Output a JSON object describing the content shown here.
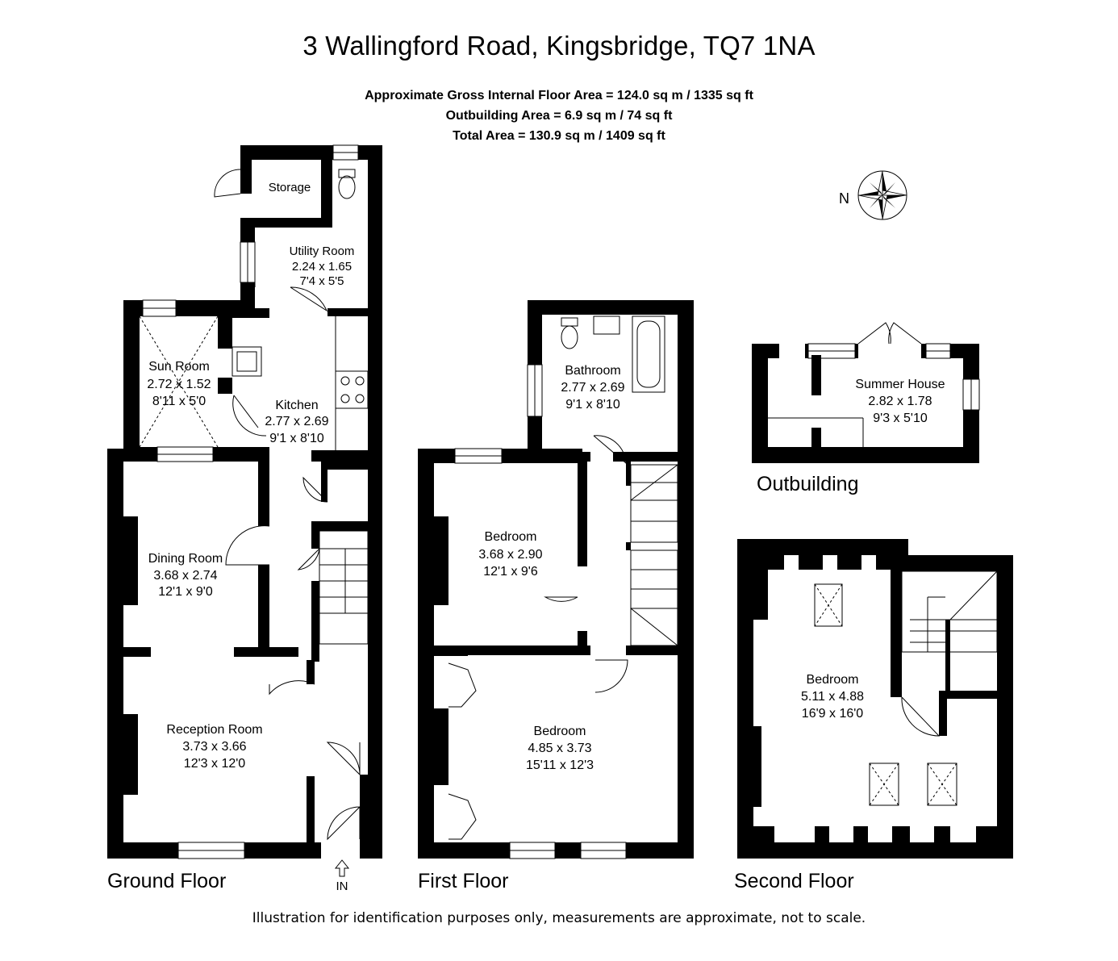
{
  "title": "3 Wallingford Road, Kingsbridge, TQ7 1NA",
  "areas": {
    "gross_internal": "Approximate Gross Internal Floor Area  = 124.0 sq m / 1335 sq ft",
    "outbuilding": "Outbuilding Area = 6.9 sq m / 74 sq ft",
    "total": "Total Area = 130.9 sq m / 1409 sq ft"
  },
  "compass": {
    "label": "N",
    "icon": "compass-rose-icon"
  },
  "entrance": {
    "label": "IN",
    "icon": "arrow-up-icon"
  },
  "floors": {
    "ground": "Ground Floor",
    "first": "First Floor",
    "second": "Second Floor",
    "outbuilding": "Outbuilding"
  },
  "rooms": {
    "storage": {
      "name": "Storage"
    },
    "utility": {
      "name": "Utility Room",
      "metric": "2.24 x 1.65",
      "imperial": "7'4 x 5'5"
    },
    "sun": {
      "name": "Sun Room",
      "metric": "2.72 x 1.52",
      "imperial": "8'11 x 5'0"
    },
    "kitchen": {
      "name": "Kitchen",
      "metric": "2.77 x 2.69",
      "imperial": "9'1 x 8'10"
    },
    "dining": {
      "name": "Dining Room",
      "metric": "3.68 x 2.74",
      "imperial": "12'1 x 9'0"
    },
    "reception": {
      "name": "Reception Room",
      "metric": "3.73 x 3.66",
      "imperial": "12'3 x 12'0"
    },
    "bathroom": {
      "name": "Bathroom",
      "metric": "2.77 x 2.69",
      "imperial": "9'1 x 8'10"
    },
    "bedroom1": {
      "name": "Bedroom",
      "metric": "3.68 x 2.90",
      "imperial": "12'1 x 9'6"
    },
    "bedroom2": {
      "name": "Bedroom",
      "metric": "4.85 x 3.73",
      "imperial": "15'11 x 12'3"
    },
    "bedroom3": {
      "name": "Bedroom",
      "metric": "5.11 x 4.88",
      "imperial": "16'9 x 16'0"
    },
    "summer": {
      "name": "Summer House",
      "metric": "2.82 x 1.78",
      "imperial": "9'3 x 5'10"
    }
  },
  "disclaimer": "Illustration for identification purposes only, measurements are approximate, not to scale.",
  "colors": {
    "wall": "#000000",
    "fixture": "#555555",
    "background": "#ffffff"
  }
}
